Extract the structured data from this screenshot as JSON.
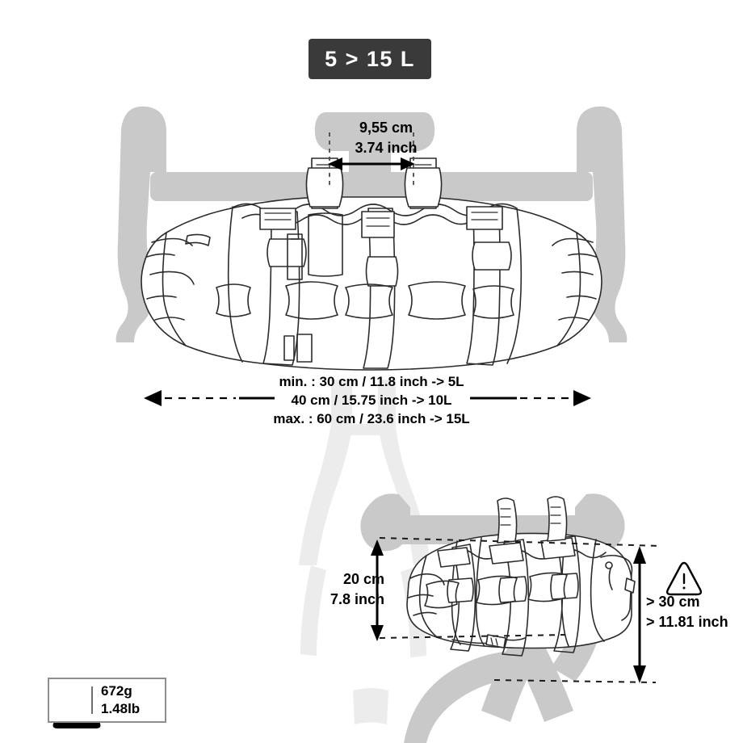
{
  "product": {
    "type": "bikepacking-handlebar-bag",
    "volume_badge": "5 > 15 L"
  },
  "front_view": {
    "stem_clearance": {
      "cm": "9,55 cm",
      "inch": "3.74 inch"
    },
    "width_range": {
      "min_line": "min. : 30 cm / 11.8 inch -> 5L",
      "mid_line": "40 cm / 15.75 inch -> 10L",
      "max_line": "max. : 60 cm / 23.6 inch -> 15L"
    }
  },
  "side_view": {
    "bag_height": {
      "cm": "20 cm",
      "inch": "7.8 inch"
    },
    "ground_clearance": {
      "cm": "> 30 cm",
      "inch": "> 11.81 inch"
    },
    "warning_icon": "warning-triangle-icon"
  },
  "weight": {
    "grams": "672g",
    "pounds": "1.48lb",
    "icon": "weight-icon"
  },
  "colors": {
    "badge_background": "#3a3a3a",
    "badge_text": "#ffffff",
    "bike_silhouette": "#c9c9c9",
    "bike_silhouette_light": "#ececec",
    "line_art": "#2b2b2b",
    "weight_badge_border": "#8e8e8e",
    "page_background": "#ffffff"
  }
}
